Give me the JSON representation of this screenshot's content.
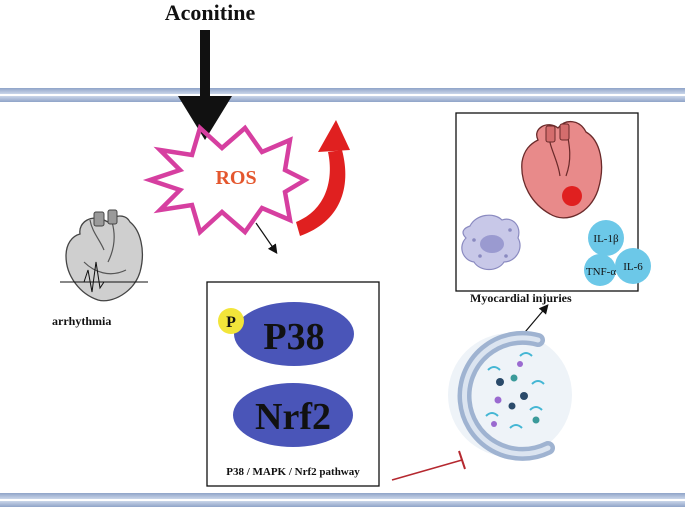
{
  "title": "Aconitine",
  "ros_label": "ROS",
  "arrhythmia_label": "arrhythmia",
  "myocardial_label": "Myocardial injuries",
  "cytokines": [
    "IL-1β",
    "TNF-α",
    "IL-6"
  ],
  "phospho_label": "P",
  "p38_label": "P38",
  "nrf2_label": "Nrf2",
  "pathway_label": "P38 / MAPK / Nrf2 pathway",
  "colors": {
    "membrane": "#a9bcd9",
    "ros_star": "#d63fa0",
    "ros_text": "#e4572e",
    "up_arrow": "#e02020",
    "protein": "#4a55b8",
    "phospho": "#f2e53a",
    "cytokine": "#6cc8e8",
    "inhibit": "#b5282f",
    "heart": "#e88a8a",
    "injury": "#e02020"
  }
}
